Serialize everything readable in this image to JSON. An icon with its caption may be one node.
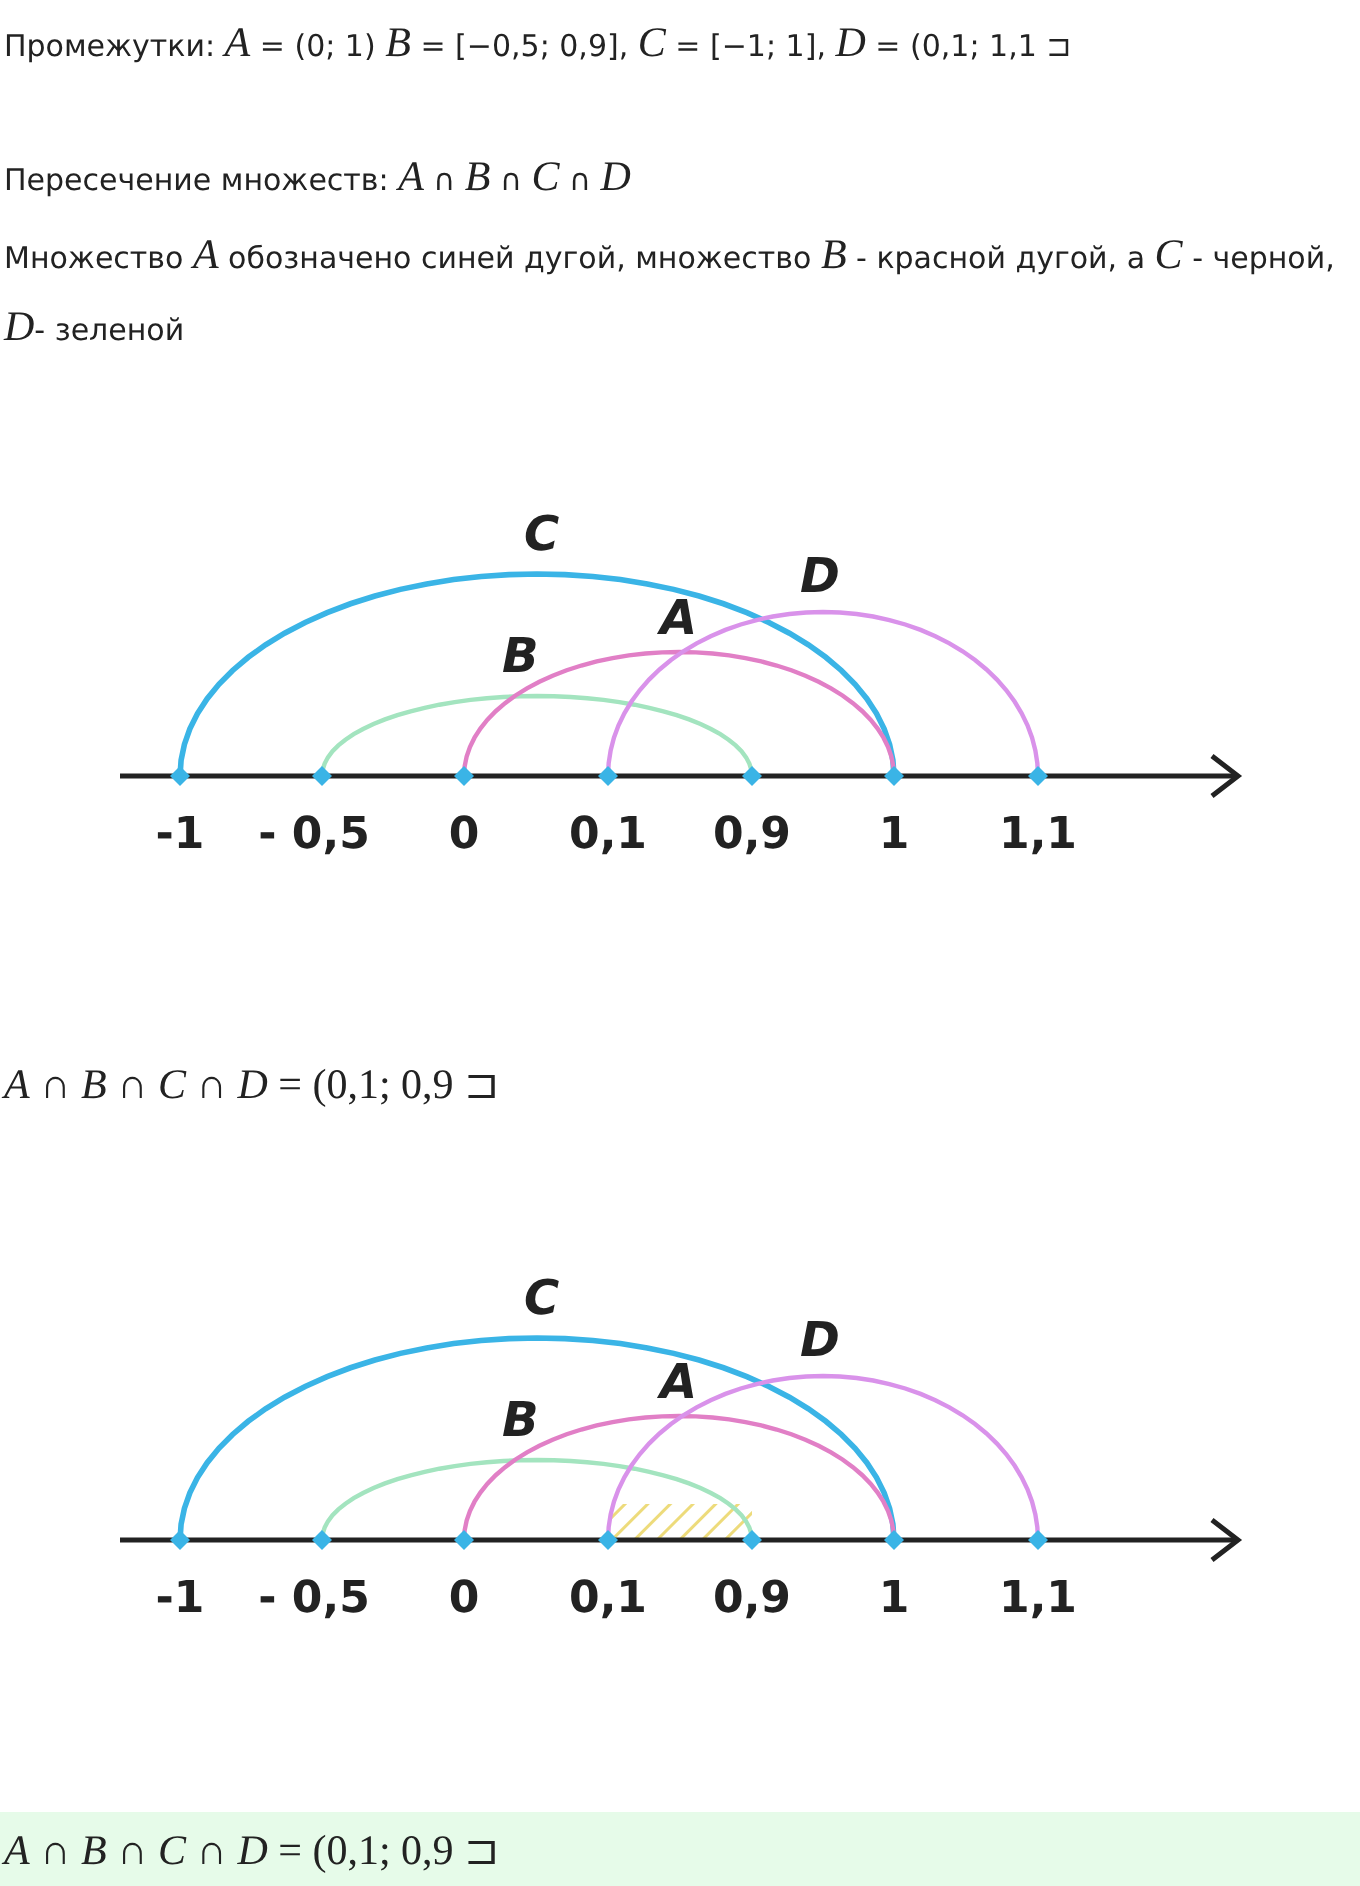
{
  "diagram": {
    "labels": [
      "Промежутки: *A* = (0; 1) *B* = [−0,5; 0,9], *C* = [−1; 1], *D* = (0,1; 1,1 ⊐",
      "Пересечение множеств: *A* ∩ *B* ∩ *C* ∩ *D*",
      "Множество *A* обозначено синей дугой, множество *B* - красной дугой, а *C* - черной, *D*- зеленой",
      "C",
      "D",
      "A",
      "B",
      "-1",
      "- 0,5",
      "0",
      "0,1",
      "0,9",
      "1",
      "1,1",
      "*A* ∩ *B* ∩ *C* ∩ *D* = (0,1; 0,9 ⊐",
      "C",
      "D",
      "A",
      "B",
      "-1",
      "- 0,5",
      "0",
      "0,1",
      "0,9",
      "1",
      "1,1",
      "*A* ∩ *B* ∩ *C* ∩ *D* = (0,1; 0,9 ⊐"
    ]
  }
}
